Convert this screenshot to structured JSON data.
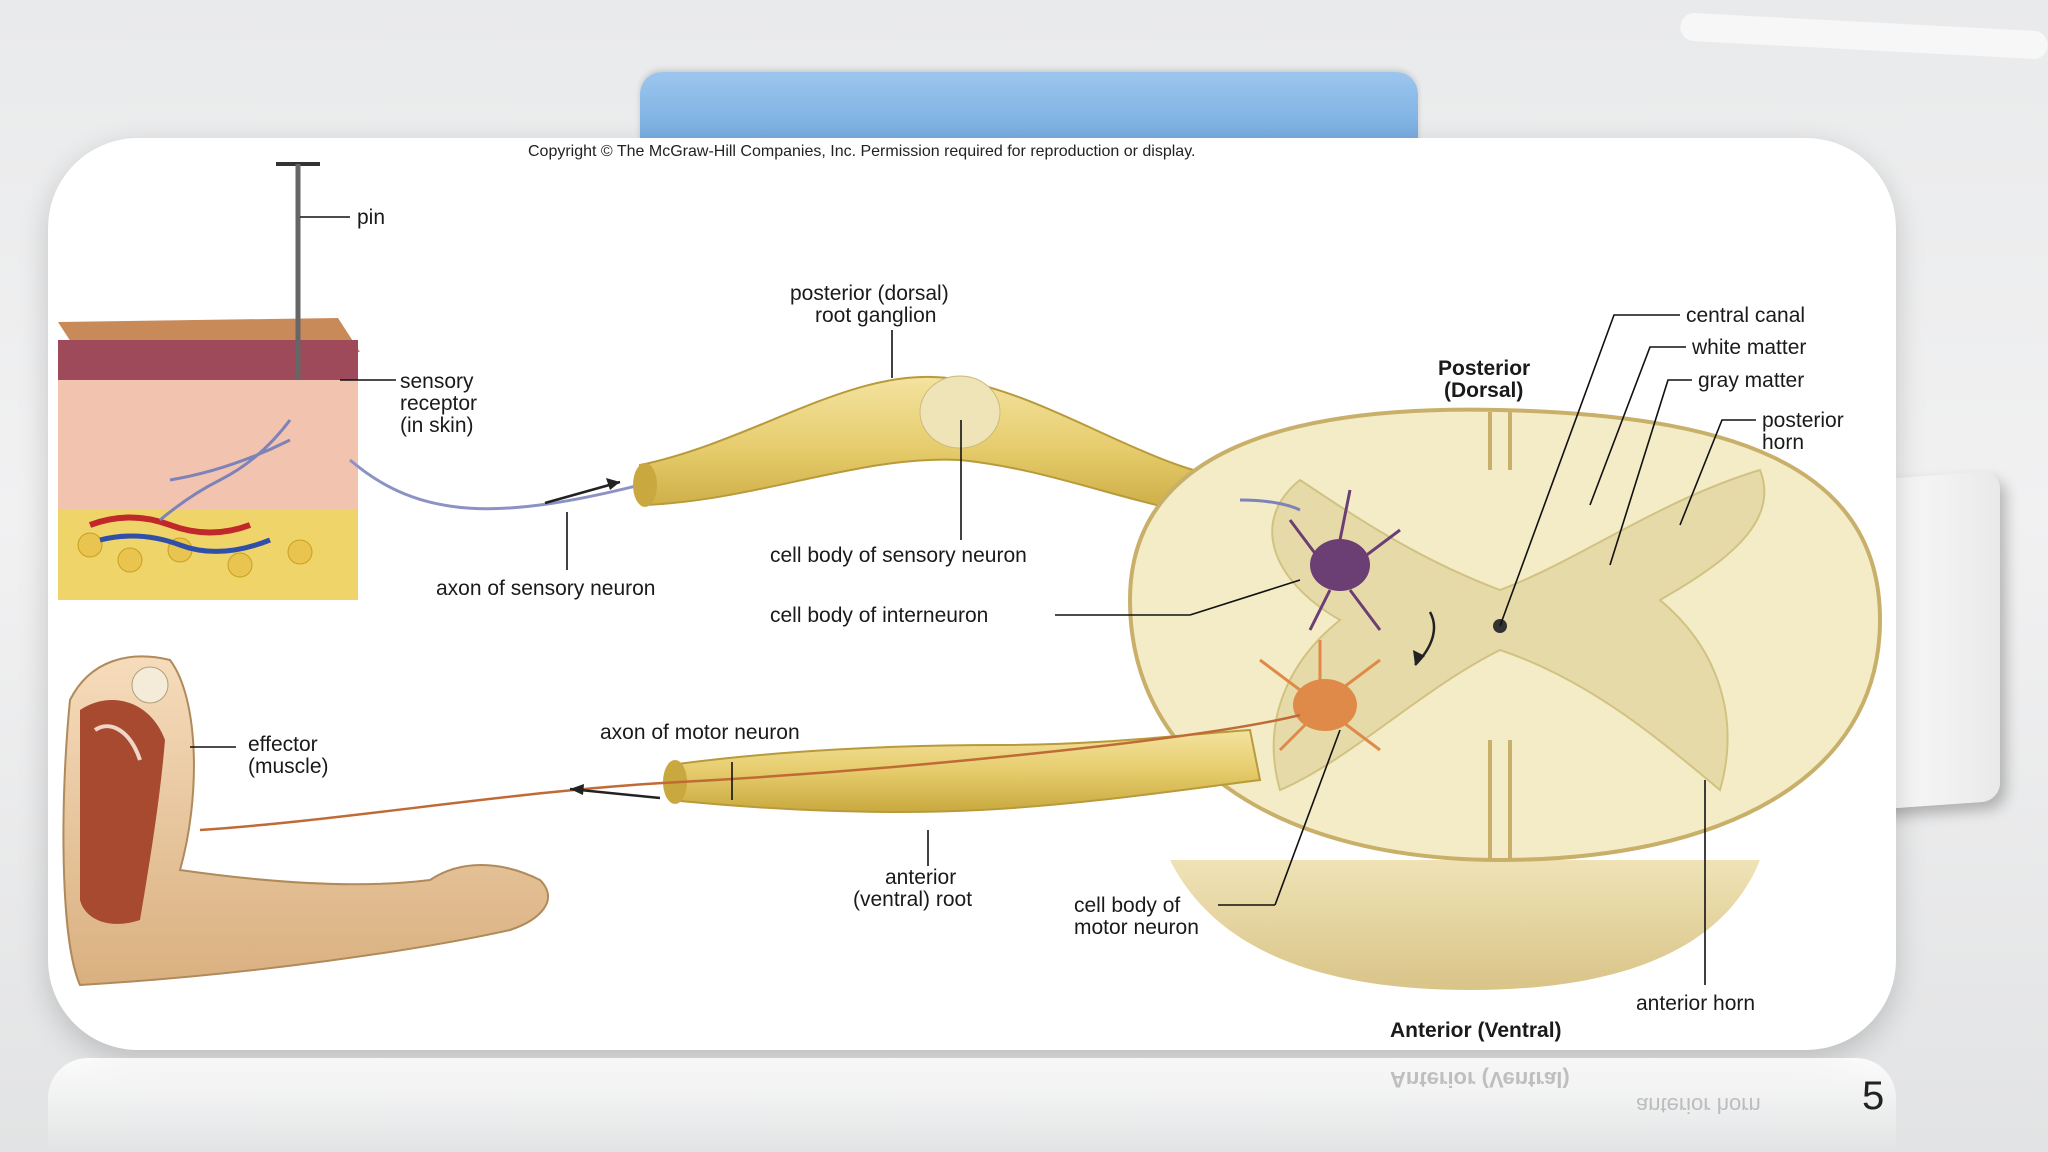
{
  "copyright": "Copyright © The McGraw-Hill Companies, Inc. Permission required for reproduction or display.",
  "labels": {
    "pin": "pin",
    "sensory_receptor": [
      "sensory",
      "receptor",
      "(in skin)"
    ],
    "axon_sensory": "axon of sensory neuron",
    "root_ganglion": [
      "posterior (dorsal)",
      "root ganglion"
    ],
    "cell_body_sensory": "cell body of sensory neuron",
    "cell_body_interneuron": "cell body of interneuron",
    "posterior_dorsal": [
      "Posterior",
      "(Dorsal)"
    ],
    "central_canal": "central canal",
    "white_matter": "white matter",
    "gray_matter": "gray matter",
    "posterior_horn": [
      "posterior",
      "horn"
    ],
    "effector": [
      "effector",
      "(muscle)"
    ],
    "axon_motor": "axon of motor neuron",
    "anterior_root": [
      "anterior",
      "(ventral) root"
    ],
    "cell_body_motor": [
      "cell body of",
      "motor neuron"
    ],
    "anterior_horn": "anterior horn",
    "anterior_ventral": "Anterior (Ventral)"
  },
  "reflection": {
    "anterior_ventral": "Anterior (Ventral)",
    "anterior_horn": "anterior horn"
  },
  "slide_number": "5",
  "colors": {
    "nerve": "#e8d27a",
    "nerve_dark": "#c9a93f",
    "spinal_tissue": "#f3ecc6",
    "gray_matter": "#e6dba8",
    "interneuron": "#6b3e74",
    "motor_neuron": "#e08a4a",
    "skin": "#f2c4b0",
    "fat": "#efd46a",
    "accent_tab": "#5a98d6"
  }
}
